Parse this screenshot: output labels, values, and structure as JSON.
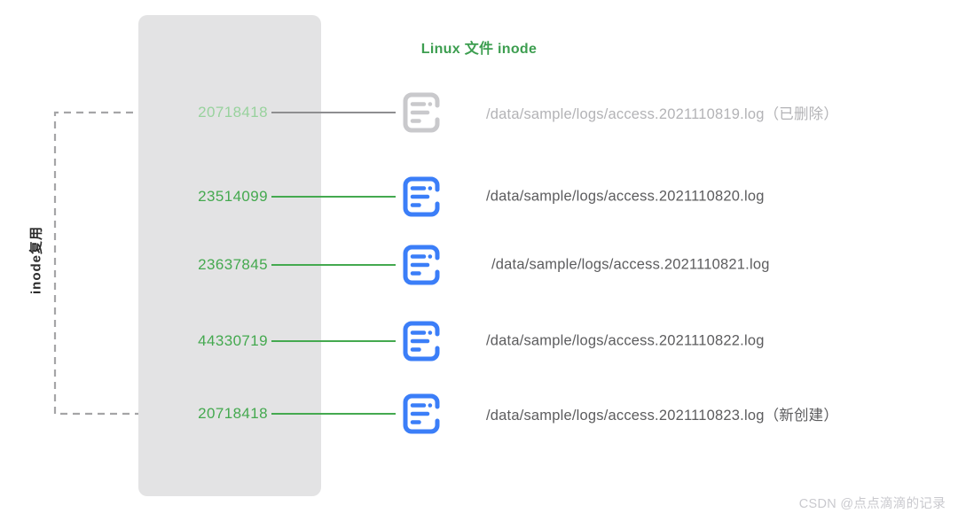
{
  "diagram": {
    "panel_title": "Linux 文件 inode",
    "side_label": "inode复用",
    "rows": [
      {
        "inode": "20718418",
        "path": "/data/sample/logs/access.2021110819.log（已删除）",
        "state": "deleted",
        "icon": "log-file-icon"
      },
      {
        "inode": "23514099",
        "path": "/data/sample/logs/access.2021110820.log",
        "state": "active",
        "icon": "log-file-icon"
      },
      {
        "inode": "23637845",
        "path": "/data/sample/logs/access.2021110821.log",
        "state": "active",
        "icon": "log-file-icon"
      },
      {
        "inode": "44330719",
        "path": "/data/sample/logs/access.2021110822.log",
        "state": "active",
        "icon": "log-file-icon"
      },
      {
        "inode": "20718418",
        "path": "/data/sample/logs/access.2021110823.log（新创建）",
        "state": "new",
        "icon": "log-file-icon"
      }
    ],
    "inode_reuse_link": {
      "from_inode": "20718418",
      "to_inode": "20718418",
      "style": "dashed-arrow"
    },
    "colors": {
      "title_green": "#3d9e50",
      "inode_green": "#44a94f",
      "faded_green": "#98d29d",
      "icon_blue": "#3b7ef8",
      "icon_gray": "#c9c9cc",
      "connector_gray": "#8e8e90",
      "dashed_gray": "#a5a5a7",
      "panel_bg": "#e3e3e4",
      "path_text": "#5c5c5e",
      "deleted_path_text": "#b3b3b6"
    }
  },
  "watermark": {
    "text": "CSDN @点点滴滴的记录"
  }
}
